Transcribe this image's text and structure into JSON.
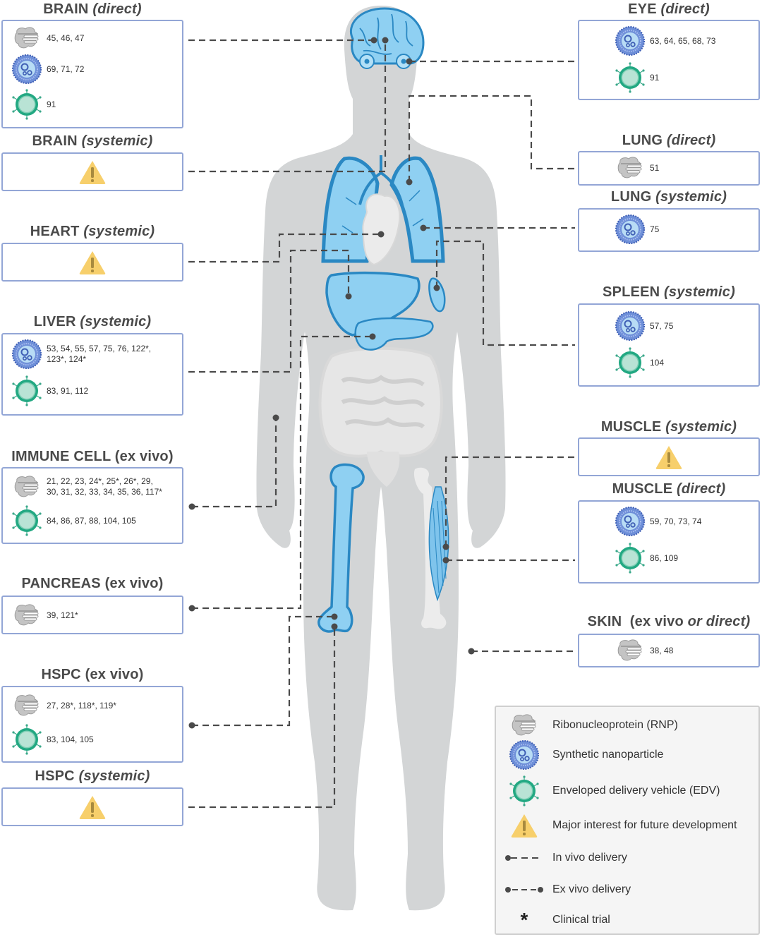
{
  "figure": {
    "subject": "Genome editor delivery routes by target tissue",
    "colors": {
      "box_border": "#93a6d6",
      "organ_fill": "#8fd0f2",
      "organ_stroke": "#2a88c3",
      "body_fill": "#d3d5d6",
      "connector": "#4a4a4a",
      "warning": "#f7cf6b",
      "edv": "#2bb08a",
      "nanoparticle": "#4a6fc7",
      "rnp": "#bdbdbd"
    }
  },
  "panels": {
    "brain_direct": {
      "organ": "BRAIN",
      "mode": "(direct)",
      "italic": true,
      "rows": [
        {
          "icon": "rnp-icon",
          "refs": "45, 46, 47"
        },
        {
          "icon": "nanoparticle-icon",
          "refs": "69, 71, 72"
        },
        {
          "icon": "edv-icon",
          "refs": "91"
        }
      ]
    },
    "brain_systemic": {
      "organ": "BRAIN",
      "mode": "(systemic)",
      "italic": true,
      "warning": true
    },
    "heart_systemic": {
      "organ": "HEART",
      "mode": "(systemic)",
      "italic": true,
      "warning": true
    },
    "liver_systemic": {
      "organ": "LIVER",
      "mode": "(systemic)",
      "italic": true,
      "rows": [
        {
          "icon": "nanoparticle-icon",
          "refs": "53, 54, 55, 57, 75, 76, 122*,\n123*, 124*"
        },
        {
          "icon": "edv-icon",
          "refs": "83, 91, 112"
        }
      ]
    },
    "immune_cell_ex_vivo": {
      "organ": "IMMUNE CELL",
      "mode": "(ex vivo)",
      "italic": false,
      "rows": [
        {
          "icon": "rnp-icon",
          "refs": "21, 22, 23, 24*, 25*, 26*, 29,\n30, 31, 32, 33, 34, 35, 36, 117*"
        },
        {
          "icon": "edv-icon",
          "refs": "84, 86, 87, 88, 104, 105"
        }
      ]
    },
    "pancreas_ex_vivo": {
      "organ": "PANCREAS",
      "mode": "(ex vivo)",
      "italic": false,
      "rows": [
        {
          "icon": "rnp-icon",
          "refs": "39, 121*"
        }
      ]
    },
    "hspc_ex_vivo": {
      "organ": "HSPC",
      "mode": "(ex vivo)",
      "italic": false,
      "rows": [
        {
          "icon": "rnp-icon",
          "refs": "27, 28*, 118*, 119*"
        },
        {
          "icon": "edv-icon",
          "refs": "83, 104, 105"
        }
      ]
    },
    "hspc_systemic": {
      "organ": "HSPC",
      "mode": "(systemic)",
      "italic": true,
      "warning": true
    },
    "eye_direct": {
      "organ": "EYE",
      "mode": "(direct)",
      "italic": true,
      "rows": [
        {
          "icon": "nanoparticle-icon",
          "refs": "63, 64, 65, 68, 73"
        },
        {
          "icon": "edv-icon",
          "refs": "91"
        }
      ]
    },
    "lung_direct": {
      "organ": "LUNG",
      "mode": "(direct)",
      "italic": true,
      "rows": [
        {
          "icon": "rnp-icon",
          "refs": "51"
        }
      ]
    },
    "lung_systemic": {
      "organ": "LUNG",
      "mode": "(systemic)",
      "italic": true,
      "rows": [
        {
          "icon": "nanoparticle-icon",
          "refs": "75"
        }
      ]
    },
    "spleen_systemic": {
      "organ": "SPLEEN",
      "mode": "(systemic)",
      "italic": true,
      "rows": [
        {
          "icon": "nanoparticle-icon",
          "refs": "57, 75"
        },
        {
          "icon": "edv-icon",
          "refs": "104"
        }
      ]
    },
    "muscle_systemic": {
      "organ": "MUSCLE",
      "mode": "(systemic)",
      "italic": true,
      "warning": true
    },
    "muscle_direct": {
      "organ": "MUSCLE",
      "mode": "(direct)",
      "italic": true,
      "rows": [
        {
          "icon": "nanoparticle-icon",
          "refs": "59, 70, 73, 74"
        },
        {
          "icon": "edv-icon",
          "refs": "86, 109"
        }
      ]
    },
    "skin": {
      "organ": "SKIN",
      "mode_prefix": "(ex vivo ",
      "mode_or": "or",
      "mode_suffix": " direct)",
      "rows": [
        {
          "icon": "rnp-icon",
          "refs": "38, 48"
        }
      ]
    }
  },
  "legend": {
    "items": [
      {
        "icon": "rnp-icon",
        "label": "Ribonucleoprotein (RNP)"
      },
      {
        "icon": "nanoparticle-icon",
        "label": "Synthetic nanoparticle"
      },
      {
        "icon": "edv-icon",
        "label": "Enveloped delivery vehicle (EDV)"
      },
      {
        "icon": "warning-icon",
        "label": "Major interest for future development"
      },
      {
        "icon": "in-vivo-line-icon",
        "label": "In vivo delivery"
      },
      {
        "icon": "ex-vivo-line-icon",
        "label": "Ex vivo delivery"
      },
      {
        "icon": "asterisk-icon",
        "label": "Clinical trial",
        "symbol": "*"
      }
    ]
  }
}
